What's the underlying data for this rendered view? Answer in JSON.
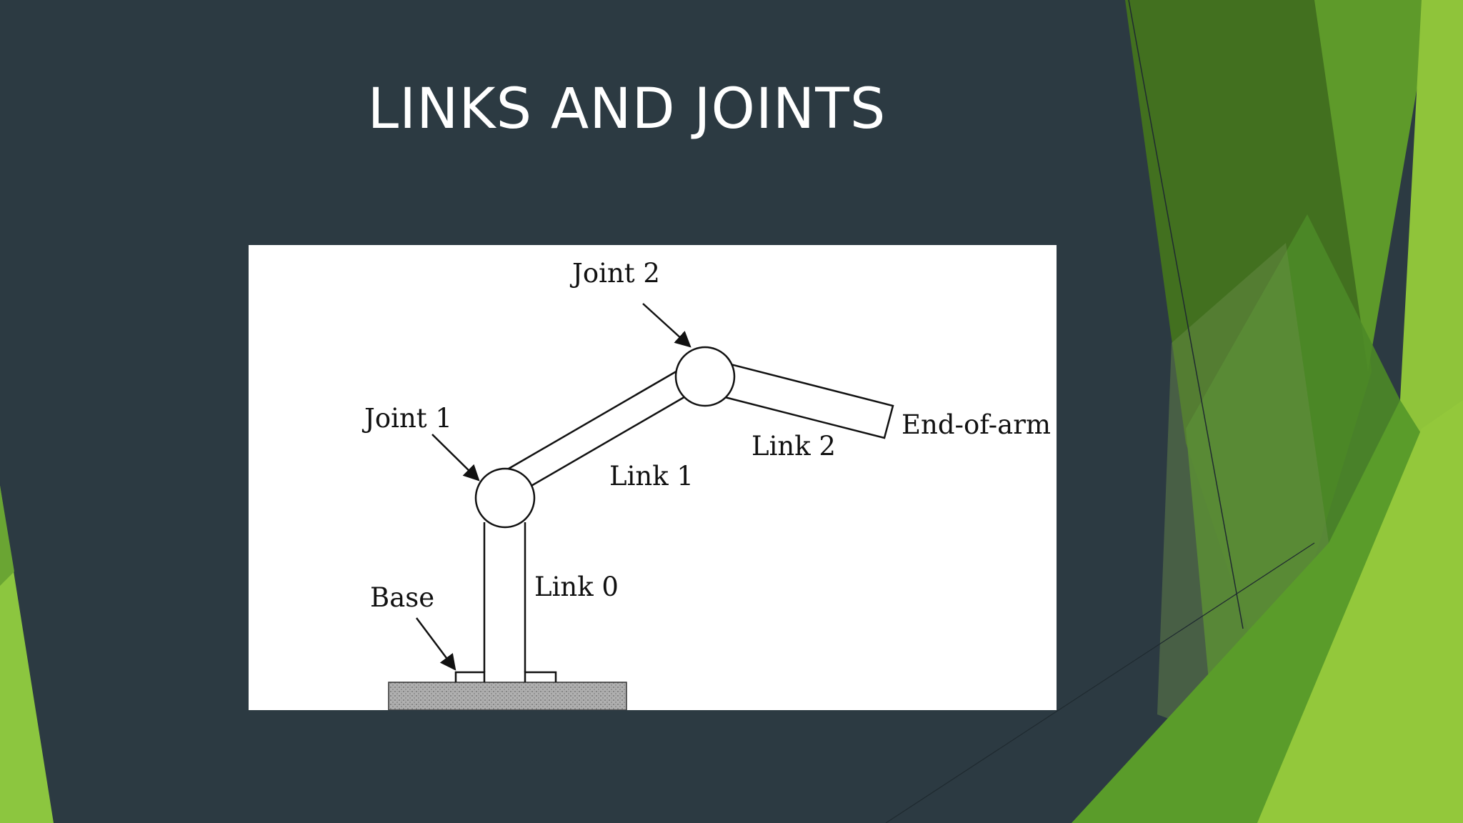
{
  "slide": {
    "title": "LINKS AND JOINTS"
  },
  "diagram": {
    "labels": {
      "joint2": "Joint 2",
      "joint1": "Joint 1",
      "link1": "Link 1",
      "link2": "Link 2",
      "end_of_arm": "End-of-arm",
      "link0": "Link 0",
      "base": "Base"
    }
  },
  "colors": {
    "background": "#2c3a42",
    "green_dark": "#3f6b24",
    "green_mid": "#4f8f2a",
    "green_light": "#8cc63f"
  }
}
